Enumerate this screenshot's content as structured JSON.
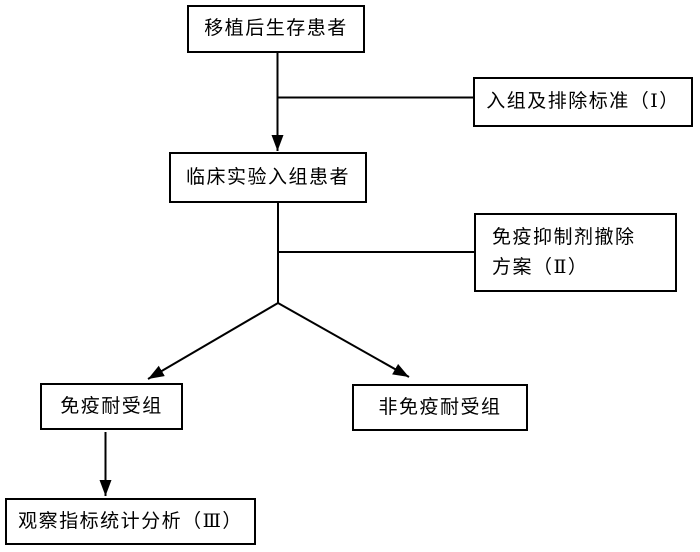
{
  "diagram": {
    "background_color": "#ffffff",
    "line_color": "#000000",
    "nodes": {
      "survivors": {
        "label": "移植后生存患者"
      },
      "criteria": {
        "label": "入组及排除标准（Ⅰ）"
      },
      "enrolled": {
        "label": "临床实验入组患者"
      },
      "withdrawal": {
        "line1": "免疫抑制剂撤除",
        "line2": "方案（Ⅱ）"
      },
      "tolerant": {
        "label": "免疫耐受组"
      },
      "non_tolerant": {
        "label": "非免疫耐受组"
      },
      "analysis": {
        "label": "观察指标统计分析（Ⅲ）"
      }
    },
    "edges": [
      {
        "from": "survivors",
        "to": "enrolled",
        "style": "arrow"
      },
      {
        "from": "criteria",
        "to": "survivors-enrolled-line",
        "style": "plain"
      },
      {
        "from": "enrolled",
        "to": "branch-point",
        "style": "plain"
      },
      {
        "from": "withdrawal",
        "to": "enrolled-branch-line",
        "style": "plain"
      },
      {
        "from": "branch-point",
        "to": "tolerant",
        "style": "arrow"
      },
      {
        "from": "branch-point",
        "to": "non_tolerant",
        "style": "arrow"
      },
      {
        "from": "tolerant",
        "to": "analysis",
        "style": "arrow"
      }
    ]
  }
}
